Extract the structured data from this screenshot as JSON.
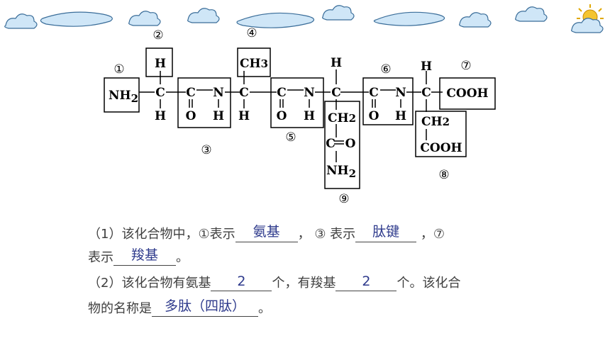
{
  "structure": {
    "circle_labels": [
      "①",
      "②",
      "③",
      "④",
      "⑤",
      "⑥",
      "⑦",
      "⑧",
      "⑨"
    ],
    "groups": {
      "nh2_left": {
        "main": "NH",
        "sub": "2"
      },
      "h": "H",
      "c": "C",
      "n": "N",
      "o": "O",
      "ch3": {
        "main": "CH",
        "sub": "3"
      },
      "ch2": {
        "main": "CH",
        "sub": "2"
      },
      "nh2_side": {
        "main": "NH",
        "sub": "2"
      },
      "cooh": "COOH"
    }
  },
  "questions": {
    "q1": {
      "prefix": "（1）该化合物中，①表示",
      "ans1": "氨基",
      "mid1": "，  ③ 表示",
      "ans2": "肽键",
      "mid2": " ，⑦",
      "line2_prefix": "表示",
      "ans3": "羧基",
      "end": "。"
    },
    "q2": {
      "prefix": "（2）该化合物有氨基",
      "ans1": "2",
      "mid1": "个，有羧基",
      "ans2": "2",
      "mid2": "个。该化合",
      "line2_prefix": "物的名称是",
      "ans3": "多肽（四肽）",
      "end": "。"
    }
  },
  "colors": {
    "answer": "#2e3a8c",
    "question_text": "#3f3f3f",
    "cloud_fill": "#cfe6f7",
    "cloud_stroke": "#3a6d99",
    "sun": "#f4c430"
  }
}
